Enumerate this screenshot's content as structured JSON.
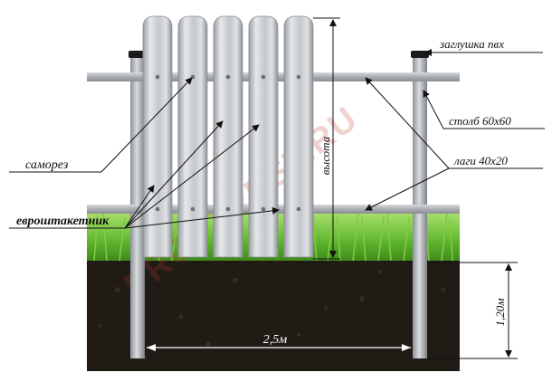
{
  "labels": {
    "cap": "заглушка пвх",
    "post": "столб 60х60",
    "screw": "саморез",
    "rails": "лаги 40х20",
    "picket": "евроштакетник",
    "height": "высота",
    "depth": "1,20м",
    "span": "2,5м"
  },
  "watermark": "PROFTREST.RU",
  "colors": {
    "soil": "#211b16",
    "grass": "#5fb52e",
    "metal": "#b9bcc0",
    "picket": "#c9ccd0",
    "line": "#111111",
    "watermark": "#c0392b"
  }
}
